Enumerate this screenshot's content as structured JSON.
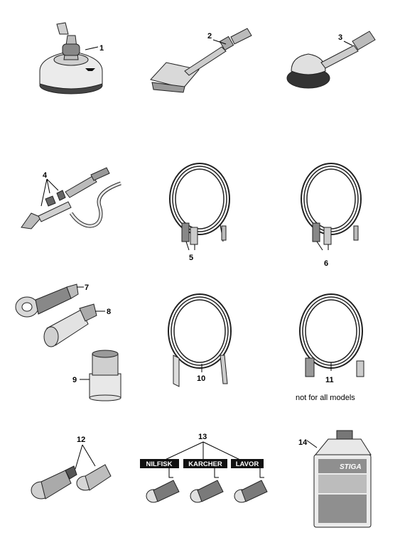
{
  "callouts": {
    "c1": "1",
    "c2": "2",
    "c3": "3",
    "c4": "4",
    "c5": "5",
    "c6": "6",
    "c7": "7",
    "c8": "8",
    "c9": "9",
    "c10": "10",
    "c11": "11",
    "c12": "12",
    "c13": "13",
    "c14": "14"
  },
  "note_11": "not for all models",
  "adapter_labels": {
    "nilfisk": "NILFISK",
    "karcher": "KARCHER",
    "lavor": "LAVOR"
  },
  "brand_logo_text": "STIGA",
  "colors": {
    "line": "#222222",
    "light_fill": "#e6e6e6",
    "mid_fill": "#b5b5b5",
    "dark_fill": "#555555",
    "tag_bg": "#111111"
  }
}
